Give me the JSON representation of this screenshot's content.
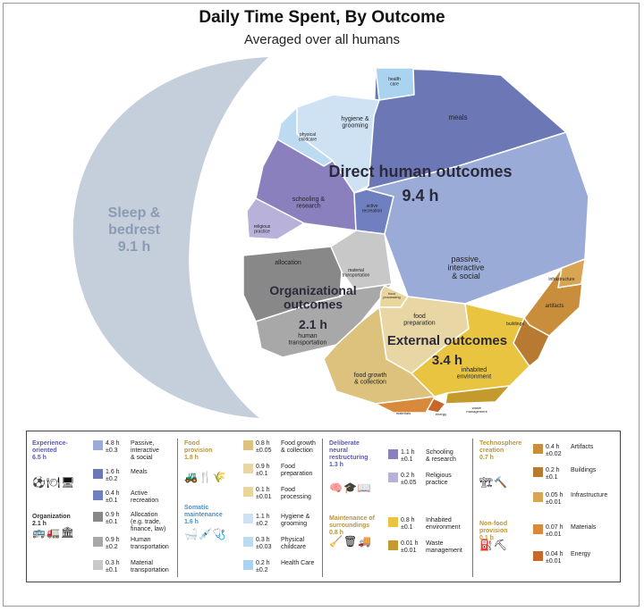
{
  "title": "Daily Time Spent, By Outcome",
  "subtitle": "Averaged over all humans",
  "chart_data": {
    "type": "voronoi-treemap",
    "unit": "h",
    "sleep": {
      "label": "Sleep & bedrest",
      "value_text": "9.1 h",
      "value": 9.1,
      "color": "#c5cfdc"
    },
    "groups": [
      {
        "key": "direct",
        "label": "Direct human outcomes",
        "value_text": "9.4 h",
        "value": 9.4
      },
      {
        "key": "org",
        "label": "Organizational outcomes",
        "value_text": "2.1 h",
        "value": 2.1
      },
      {
        "key": "external",
        "label": "External outcomes",
        "value_text": "3.4 h",
        "value": 3.4
      }
    ],
    "cells": [
      {
        "label": "meals",
        "value": 1.6,
        "color": "#6c78b6"
      },
      {
        "label": "health care",
        "value": 0.2,
        "color": "#a9d3ee"
      },
      {
        "label": "hygiene & grooming",
        "value": 1.1,
        "color": "#cfe2f4"
      },
      {
        "label": "physical childcare",
        "value": 0.3,
        "color": "#bcdaf0"
      },
      {
        "label": "schooling & research",
        "value": 1.1,
        "color": "#8a80be"
      },
      {
        "label": "religious practice",
        "value": 0.2,
        "color": "#b8b2da"
      },
      {
        "label": "active recreation",
        "value": 0.4,
        "color": "#6f7fc0"
      },
      {
        "label": "passive, interactive & social",
        "value": 4.8,
        "color": "#9aabd8"
      },
      {
        "label": "allocation",
        "value": 0.9,
        "color": "#888888"
      },
      {
        "label": "material transportation",
        "value": 0.3,
        "color": "#c8c8c8"
      },
      {
        "label": "human transportation",
        "value": 0.9,
        "color": "#a8a8a8"
      },
      {
        "label": "food processing",
        "value": 0.1,
        "color": "#ead69c"
      },
      {
        "label": "food preparation",
        "value": 0.9,
        "color": "#e8d7a5"
      },
      {
        "label": "food growth & collection",
        "value": 0.8,
        "color": "#dcc27c"
      },
      {
        "label": "inhabited environment",
        "value": 0.8,
        "color": "#e9c440"
      },
      {
        "label": "waste management",
        "value": 0.01,
        "color": "#c39a2b"
      },
      {
        "label": "energy",
        "value": 0.04,
        "color": "#c8672c"
      },
      {
        "label": "materials",
        "value": 0.07,
        "color": "#d9893c"
      },
      {
        "label": "artifacts",
        "value": 0.4,
        "color": "#c98e3c"
      },
      {
        "label": "buildings",
        "value": 0.2,
        "color": "#b77a30"
      },
      {
        "label": "infrastructure",
        "value": 0.05,
        "color": "#d8a553"
      }
    ]
  },
  "legend": {
    "groups": [
      {
        "name": "Experience-\noriented\n6.5 h",
        "color": "#5a5aa8",
        "icons": "⚽🍽🖥"
      },
      {
        "name": "Organization\n2.1 h",
        "color": "#333333",
        "icons": "🚌🚛🏛"
      },
      {
        "name": "Food\nprovision\n1.8 h",
        "color": "#b8963c",
        "icons": "🚜🍴🌾"
      },
      {
        "name": "Somatic\nmaintenance\n1.6 h",
        "color": "#4a90c8",
        "icons": "🛁💉🩺"
      },
      {
        "name": "Deliberate\nneural\nrestructuring\n1.3 h",
        "color": "#5a5aa8",
        "icons": "🧠🎓📖"
      },
      {
        "name": "Maintenance of\nsurroundings\n0.8 h",
        "color": "#b8963c",
        "icons": "🧹🗑🚚"
      },
      {
        "name": "Technosphere\ncreation\n0.7 h",
        "color": "#b8963c",
        "icons": "🏗🔨"
      },
      {
        "name": "Non-food\nprovision\n0.1 h",
        "color": "#b8963c",
        "icons": "⛽⛏"
      }
    ],
    "entries": [
      {
        "value": "4.8 h\n±0.3",
        "label": "Passive,\ninteractive\n& social",
        "color": "#9aabd8"
      },
      {
        "value": "1.6 h\n±0.2",
        "label": "Meals",
        "color": "#6c78b6"
      },
      {
        "value": "0.4 h\n±0.1",
        "label": "Active\nrecreation",
        "color": "#6f7fc0"
      },
      {
        "value": "0.9 h\n±0.1",
        "label": "Allocation\n(e.g. trade,\nfinance, law)",
        "color": "#888888"
      },
      {
        "value": "0.9 h\n±0.2",
        "label": "Human\ntransportation",
        "color": "#a8a8a8"
      },
      {
        "value": "0.3 h\n±0.1",
        "label": "Material\ntransportation",
        "color": "#c8c8c8"
      },
      {
        "value": "0.8 h\n±0.05",
        "label": "Food growth\n& collection",
        "color": "#dcc27c"
      },
      {
        "value": "0.9 h\n±0.1",
        "label": "Food\npreparation",
        "color": "#e8d7a5"
      },
      {
        "value": "0.1 h\n±0.01",
        "label": "Food\nprocessing",
        "color": "#ead69c"
      },
      {
        "value": "1.1 h\n±0.2",
        "label": "Hygiene &\ngrooming",
        "color": "#cfe2f4"
      },
      {
        "value": "0.3 h\n±0.03",
        "label": "Physical\nchildcare",
        "color": "#bcdaf0"
      },
      {
        "value": "0.2 h\n±0.2",
        "label": "Health Care",
        "color": "#a9d3ee"
      },
      {
        "value": "1.1 h\n±0.1",
        "label": "Schooling\n& research",
        "color": "#8a80be"
      },
      {
        "value": "0.2 h\n±0.05",
        "label": "Religious\npractice",
        "color": "#b8b2da"
      },
      {
        "value": "0.8 h\n±0.1",
        "label": "Inhabited\nenvironment",
        "color": "#e9c440"
      },
      {
        "value": "0.01 h\n±0.01",
        "label": "Waste\nmanagement",
        "color": "#c39a2b"
      },
      {
        "value": "0.4 h\n±0.02",
        "label": "Artifacts",
        "color": "#c98e3c"
      },
      {
        "value": "0.2 h\n±0.1",
        "label": "Buildings",
        "color": "#b77a30"
      },
      {
        "value": "0.05 h\n±0.01",
        "label": "Infrastructure",
        "color": "#d8a553"
      },
      {
        "value": "0.07 h\n±0.01",
        "label": "Materials",
        "color": "#d9893c"
      },
      {
        "value": "0.04 h\n±0.01",
        "label": "Energy",
        "color": "#c8672c"
      }
    ]
  }
}
